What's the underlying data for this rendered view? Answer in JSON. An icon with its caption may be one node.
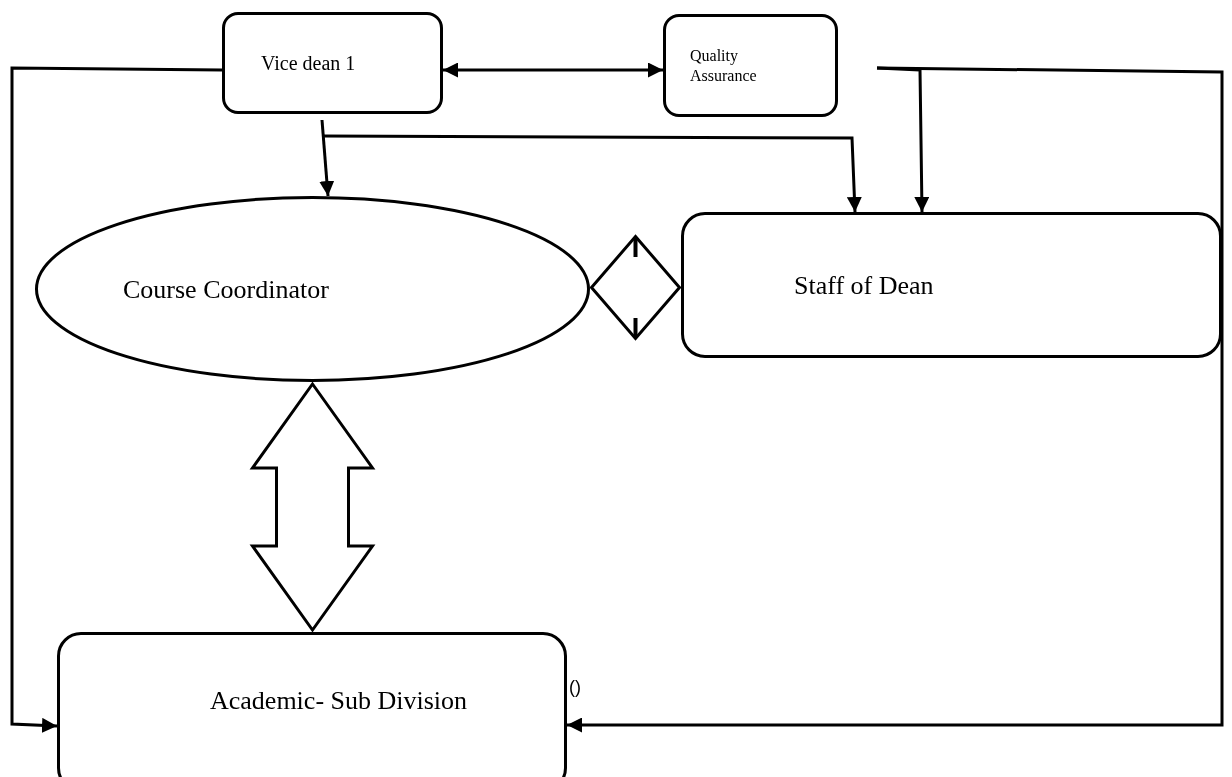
{
  "diagram": {
    "nodes": [
      {
        "text": [
          "Vice dean 1"
        ]
      },
      {
        "text": [
          "Quality Assurance"
        ]
      },
      {
        "text": [
          "Course Coordinator"
        ]
      },
      {
        "text": [],
        "shape": "diamond"
      },
      {
        "text": [
          "Staff of Dean"
        ]
      },
      {
        "text": [
          "Academic- Sub Division"
        ]
      }
    ],
    "edges": [
      {
        "from": 0,
        "to": 1,
        "arrow": "both"
      },
      {
        "from": 0,
        "to": 2,
        "arrow": "to"
      },
      {
        "from": 0,
        "to": 4,
        "arrow": "to"
      },
      {
        "from": 1,
        "to": 4,
        "arrow": "to"
      },
      {
        "from": 1,
        "to": 5,
        "arrow": "to"
      },
      {
        "from": 0,
        "to": 5,
        "arrow": "to"
      },
      {
        "from": 2,
        "to": 5,
        "arrow": "both",
        "style": "thick"
      }
    ],
    "labels": [
      "()"
    ]
  }
}
